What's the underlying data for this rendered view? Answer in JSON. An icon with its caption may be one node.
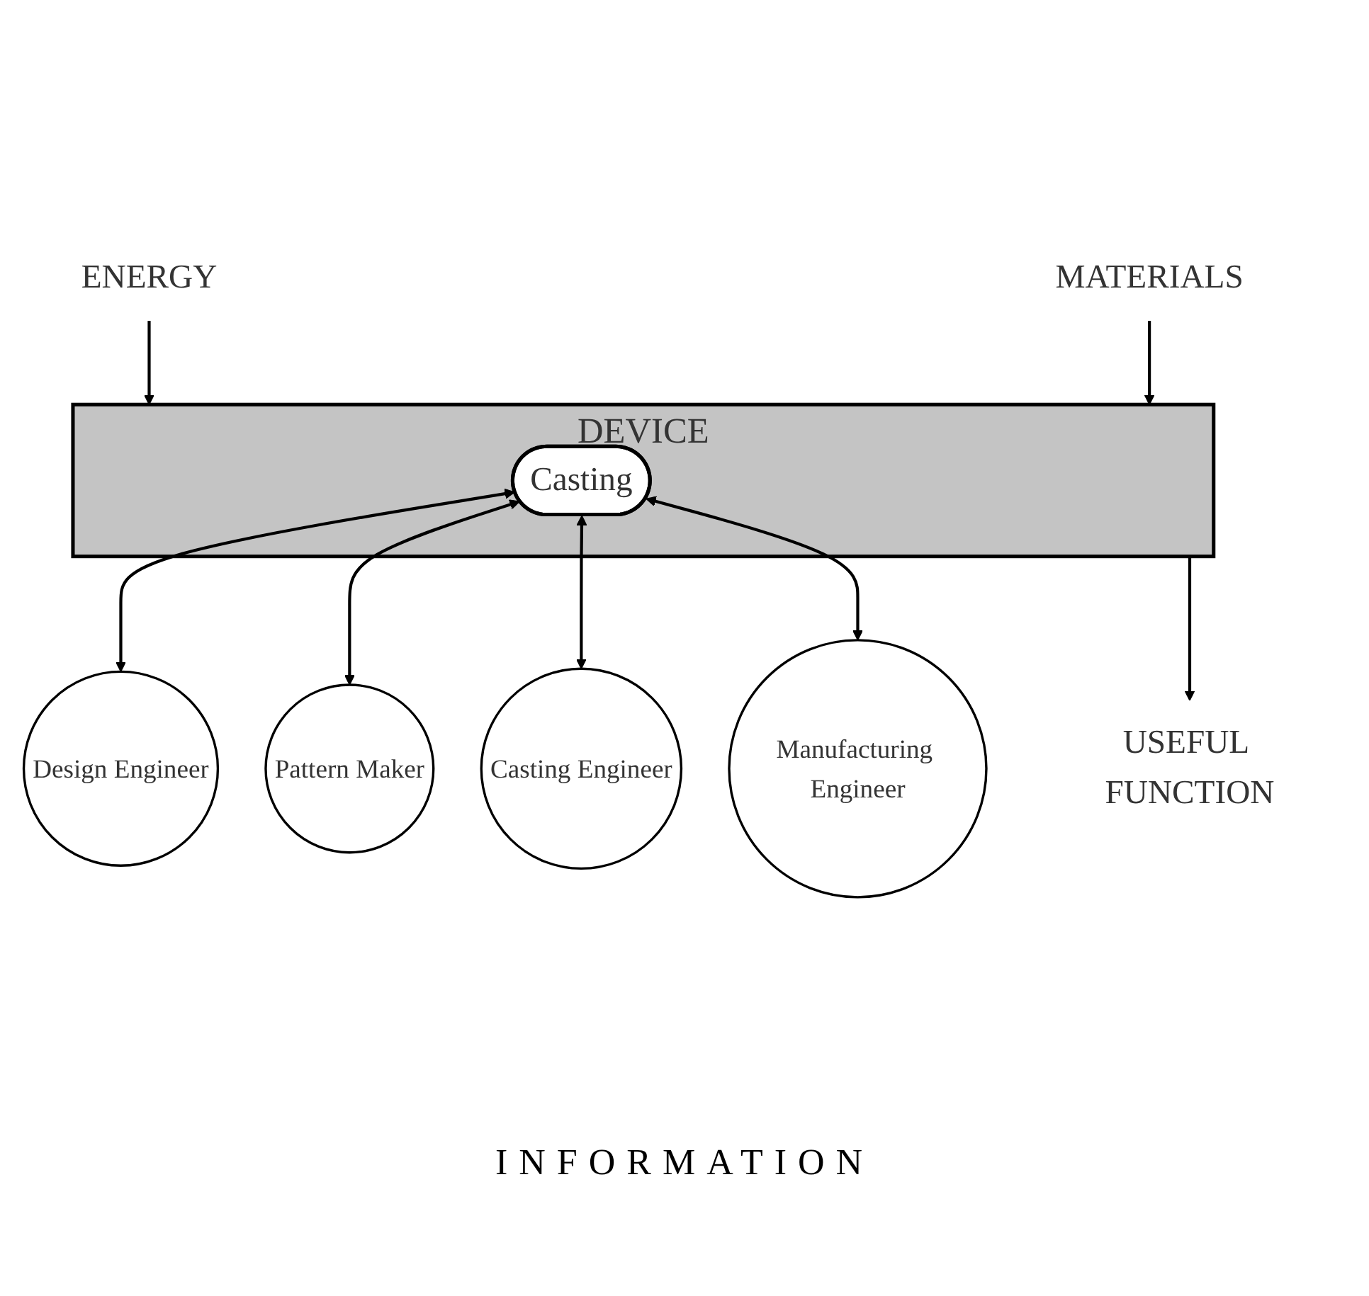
{
  "diagram": {
    "nodes": [
      {
        "text": [
          "DEVICE"
        ]
      },
      {
        "text": [
          "Casting"
        ],
        "in": 0
      },
      {
        "text": [
          "ENERGY"
        ]
      },
      {
        "text": [
          "MATERIALS"
        ]
      },
      {
        "text": [
          "USEFUL FUNCTION"
        ]
      },
      {
        "text": [
          "Design Engineer"
        ]
      },
      {
        "text": [
          "Pattern Maker"
        ]
      },
      {
        "text": [
          "Casting Engineer"
        ]
      },
      {
        "text": [
          "Manufacturing Engineer"
        ]
      }
    ],
    "edges": [
      {
        "from": 2,
        "to": 0,
        "arrow": "to"
      },
      {
        "from": 3,
        "to": 0,
        "arrow": "to"
      },
      {
        "from": 0,
        "to": 4,
        "arrow": "to"
      },
      {
        "from": 1,
        "to": 5,
        "arrow": "both"
      },
      {
        "from": 1,
        "to": 6,
        "arrow": "both"
      },
      {
        "from": 1,
        "to": 7,
        "arrow": "both"
      },
      {
        "from": 1,
        "to": 8,
        "arrow": "both"
      }
    ],
    "labels": [
      "INFORMATION"
    ]
  }
}
